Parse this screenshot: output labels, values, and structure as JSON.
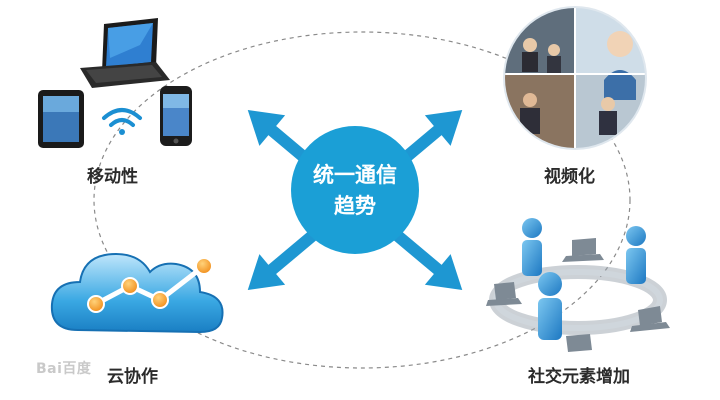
{
  "center": {
    "line1": "统一通信",
    "line2": "趋势"
  },
  "nodes": {
    "mobile": "移动性",
    "video": "视频化",
    "cloud": "云协作",
    "social": "社交元素增加"
  },
  "watermark": "Bai百度",
  "colors": {
    "accent": "#1b9fd6",
    "arrow": "#1e97d2",
    "dashed": "#8a8a8a",
    "text": "#2b2b2b"
  },
  "icons": {
    "mobile": [
      "laptop-icon",
      "tablet-icon",
      "wifi-icon",
      "smartphone-icon"
    ],
    "video": [
      "video-conference-icon"
    ],
    "cloud": [
      "cloud-chart-icon"
    ],
    "social": [
      "social-network-icon"
    ]
  }
}
